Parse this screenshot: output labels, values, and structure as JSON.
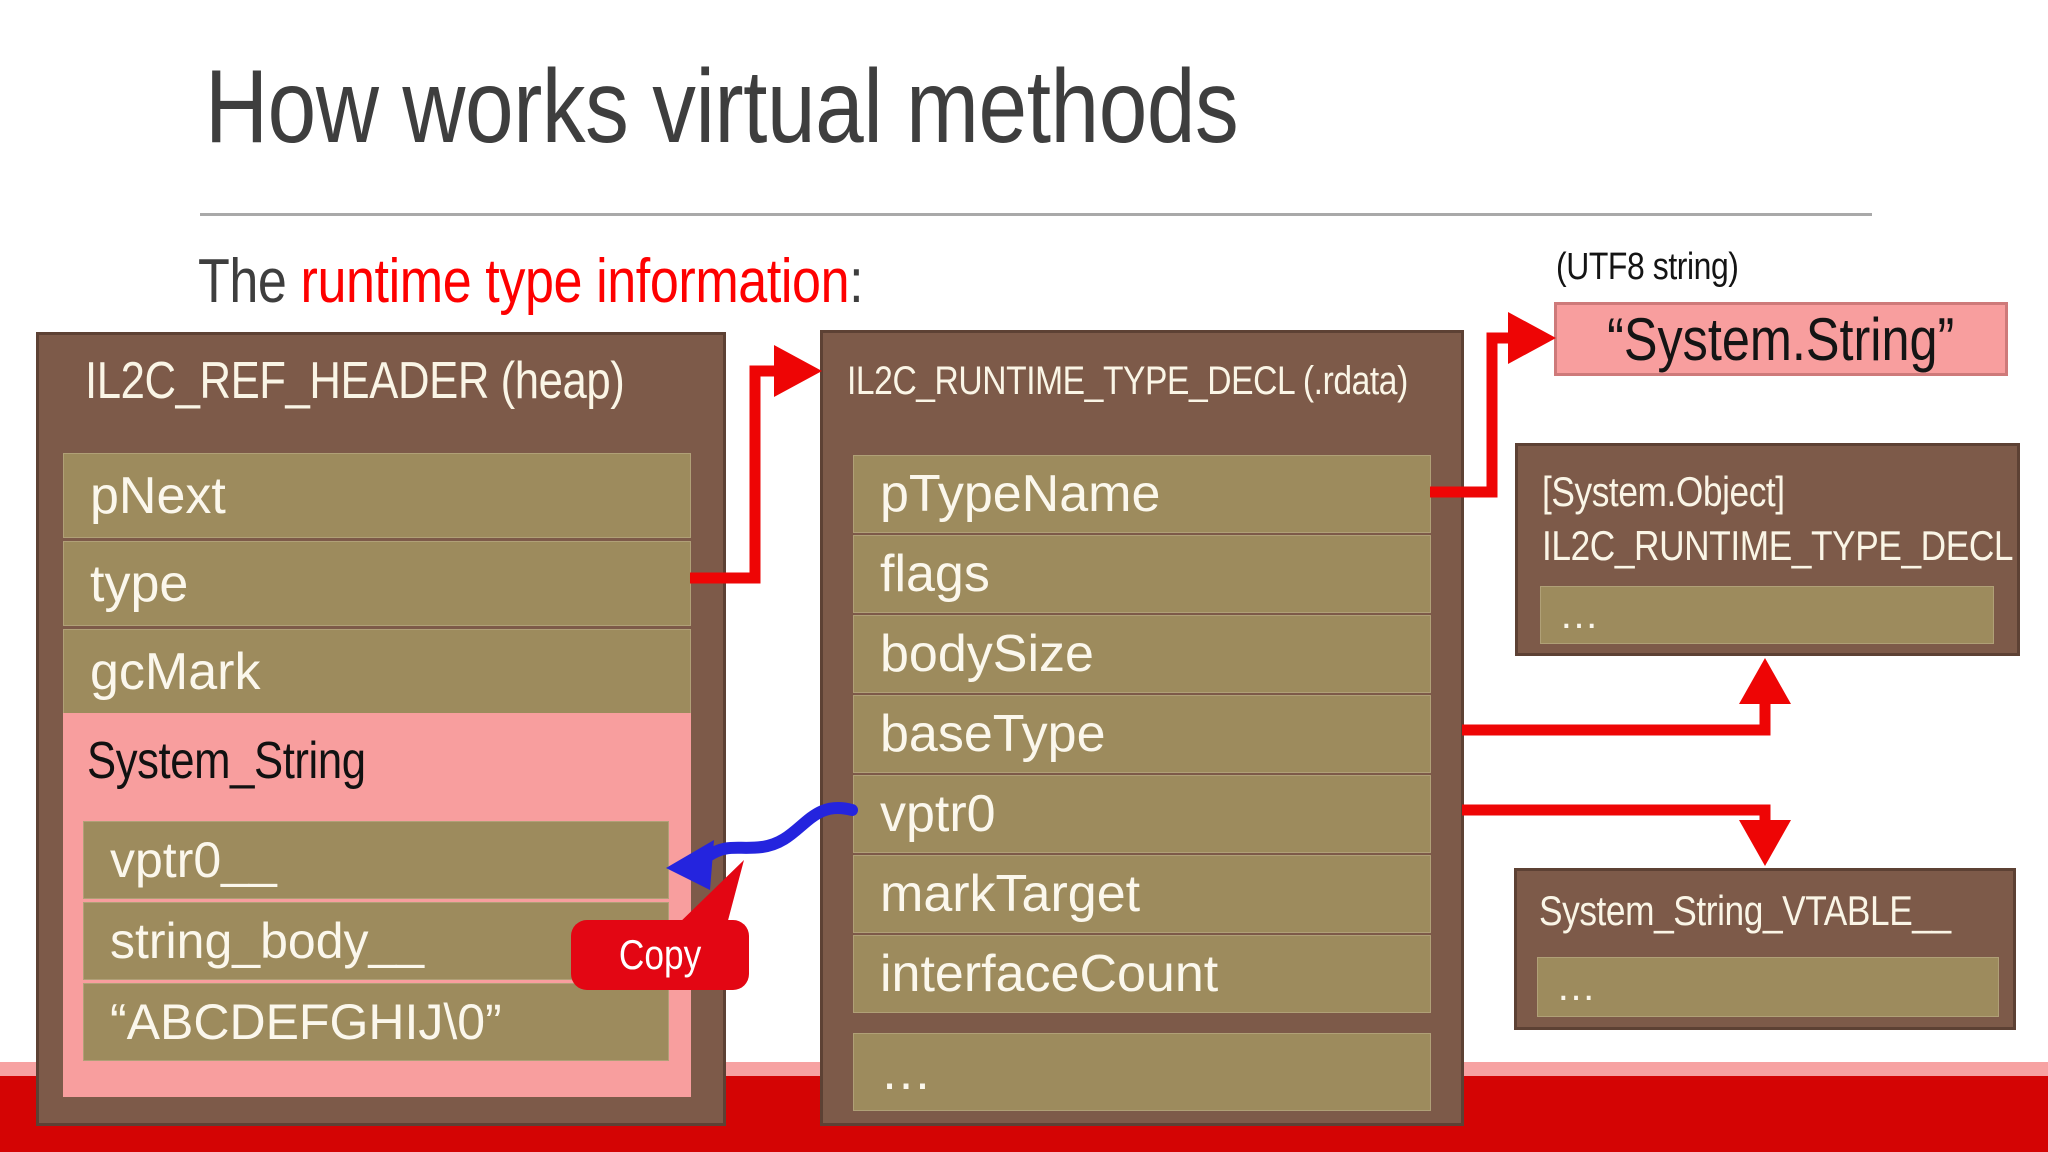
{
  "slide": {
    "title": "How works virtual methods",
    "subtitle_prefix": "The ",
    "subtitle_highlight": "runtime type information",
    "subtitle_suffix": ":",
    "utf8_label": "(UTF8 string)"
  },
  "ref_header_box": {
    "title": "IL2C_REF_HEADER (heap)",
    "rows": [
      "pNext",
      "type",
      "gcMark"
    ],
    "instance": {
      "title": "System_String",
      "rows": [
        "vptr0__",
        "string_body__",
        "“ABCDEFGHIJ\\0”"
      ]
    }
  },
  "runtime_type_box": {
    "title": "IL2C_RUNTIME_TYPE_DECL (.rdata)",
    "rows": [
      "pTypeName",
      "flags",
      "bodySize",
      "baseType",
      "vptr0",
      "markTarget",
      "interfaceCount"
    ],
    "more_row": "…"
  },
  "string_literal_box": {
    "text": "“System.String”"
  },
  "system_object_box": {
    "line1": "[System.Object]",
    "line2": "IL2C_RUNTIME_TYPE_DECL",
    "more_row": "…"
  },
  "vtable_box": {
    "title": "System_String_VTABLE__",
    "more_row": "…"
  },
  "callout": {
    "label": "Copy"
  },
  "colors": {
    "box_brown": "#7d5a49",
    "box_border": "#5d4134",
    "row_tan": "#9d8b5d",
    "pink": "#f89e9e",
    "arrow_red": "#ee0505",
    "copy_red": "#e30613",
    "arrow_blue": "#2424de",
    "band_red": "#d40404",
    "band_pink": "#f7a2a2",
    "title_gray": "#3e3e3e",
    "highlight_red": "#fe0000"
  }
}
